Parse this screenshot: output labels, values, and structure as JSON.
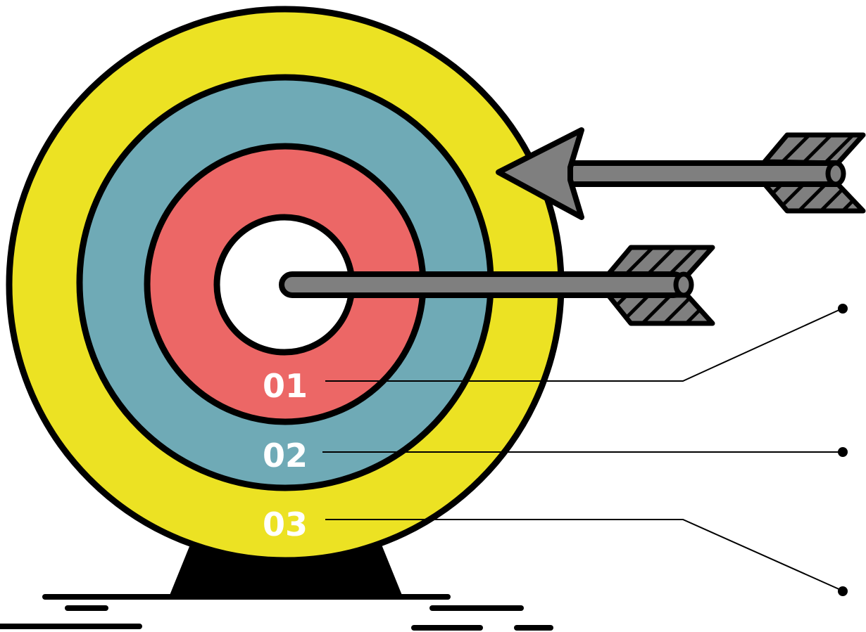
{
  "diagram": {
    "rings": [
      {
        "id": "01",
        "label": "01",
        "color": "#ec6766"
      },
      {
        "id": "02",
        "label": "02",
        "color": "#6faab6"
      },
      {
        "id": "03",
        "label": "03",
        "color": "#ece223"
      }
    ],
    "bullseye_color": "#ffffff",
    "arrow_color": "#7f7f7f",
    "outline_color": "#000000"
  }
}
